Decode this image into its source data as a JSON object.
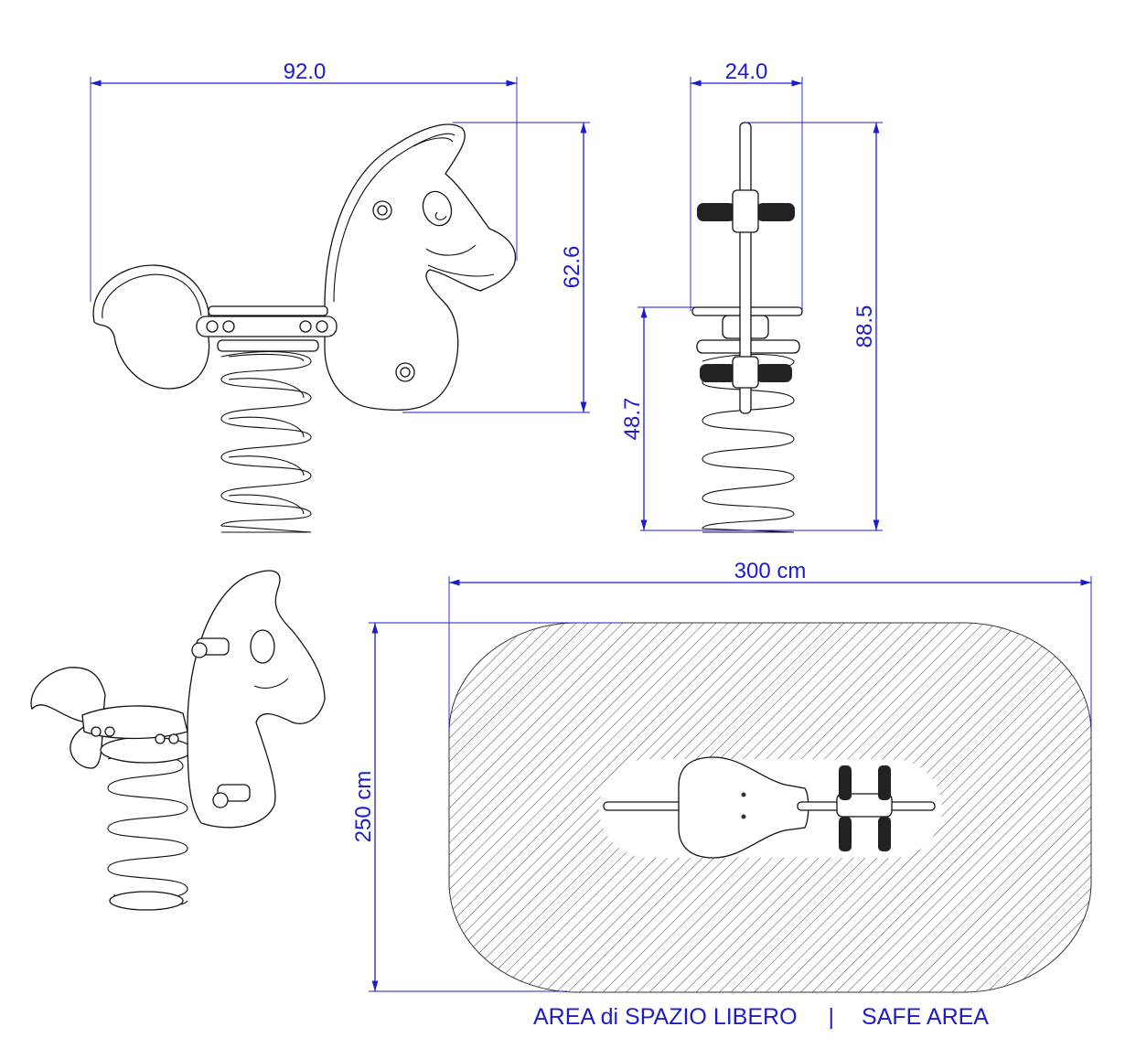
{
  "dimensions": {
    "side_width": "92.0",
    "side_height": "62.6",
    "front_width": "24.0",
    "front_total_height": "88.5",
    "seat_height": "48.7",
    "area_width": "300 cm",
    "area_depth": "250 cm"
  },
  "caption": {
    "italian": "AREA di SPAZIO LIBERO",
    "separator": "|",
    "english": "SAFE AREA"
  },
  "colors": {
    "dimension": "#1c1ccc",
    "line": "#111111"
  }
}
